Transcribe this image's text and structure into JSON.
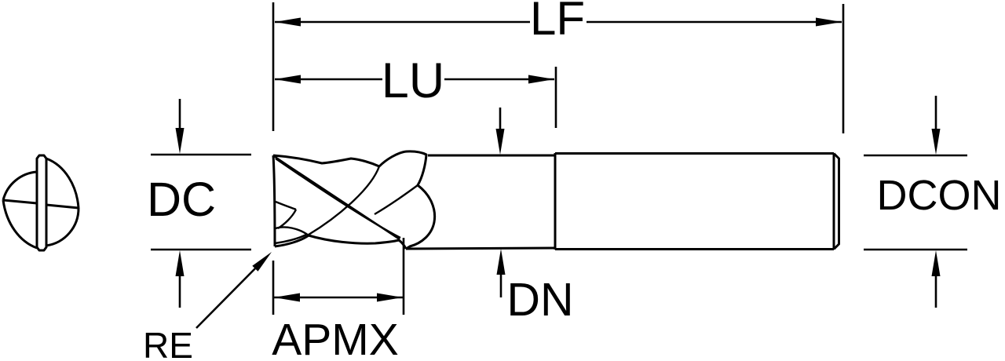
{
  "meta": {
    "background_color": "#ffffff",
    "line_color": "#000000",
    "drawing_type": "technical dimension diagram",
    "subject": "2-flute square end mill: end view, side view with neck and shank"
  },
  "labels": {
    "lf": "LF",
    "lu": "LU",
    "dc": "DC",
    "dcon": "DCON",
    "dn": "DN",
    "re": "RE",
    "apmx": "APMX"
  }
}
